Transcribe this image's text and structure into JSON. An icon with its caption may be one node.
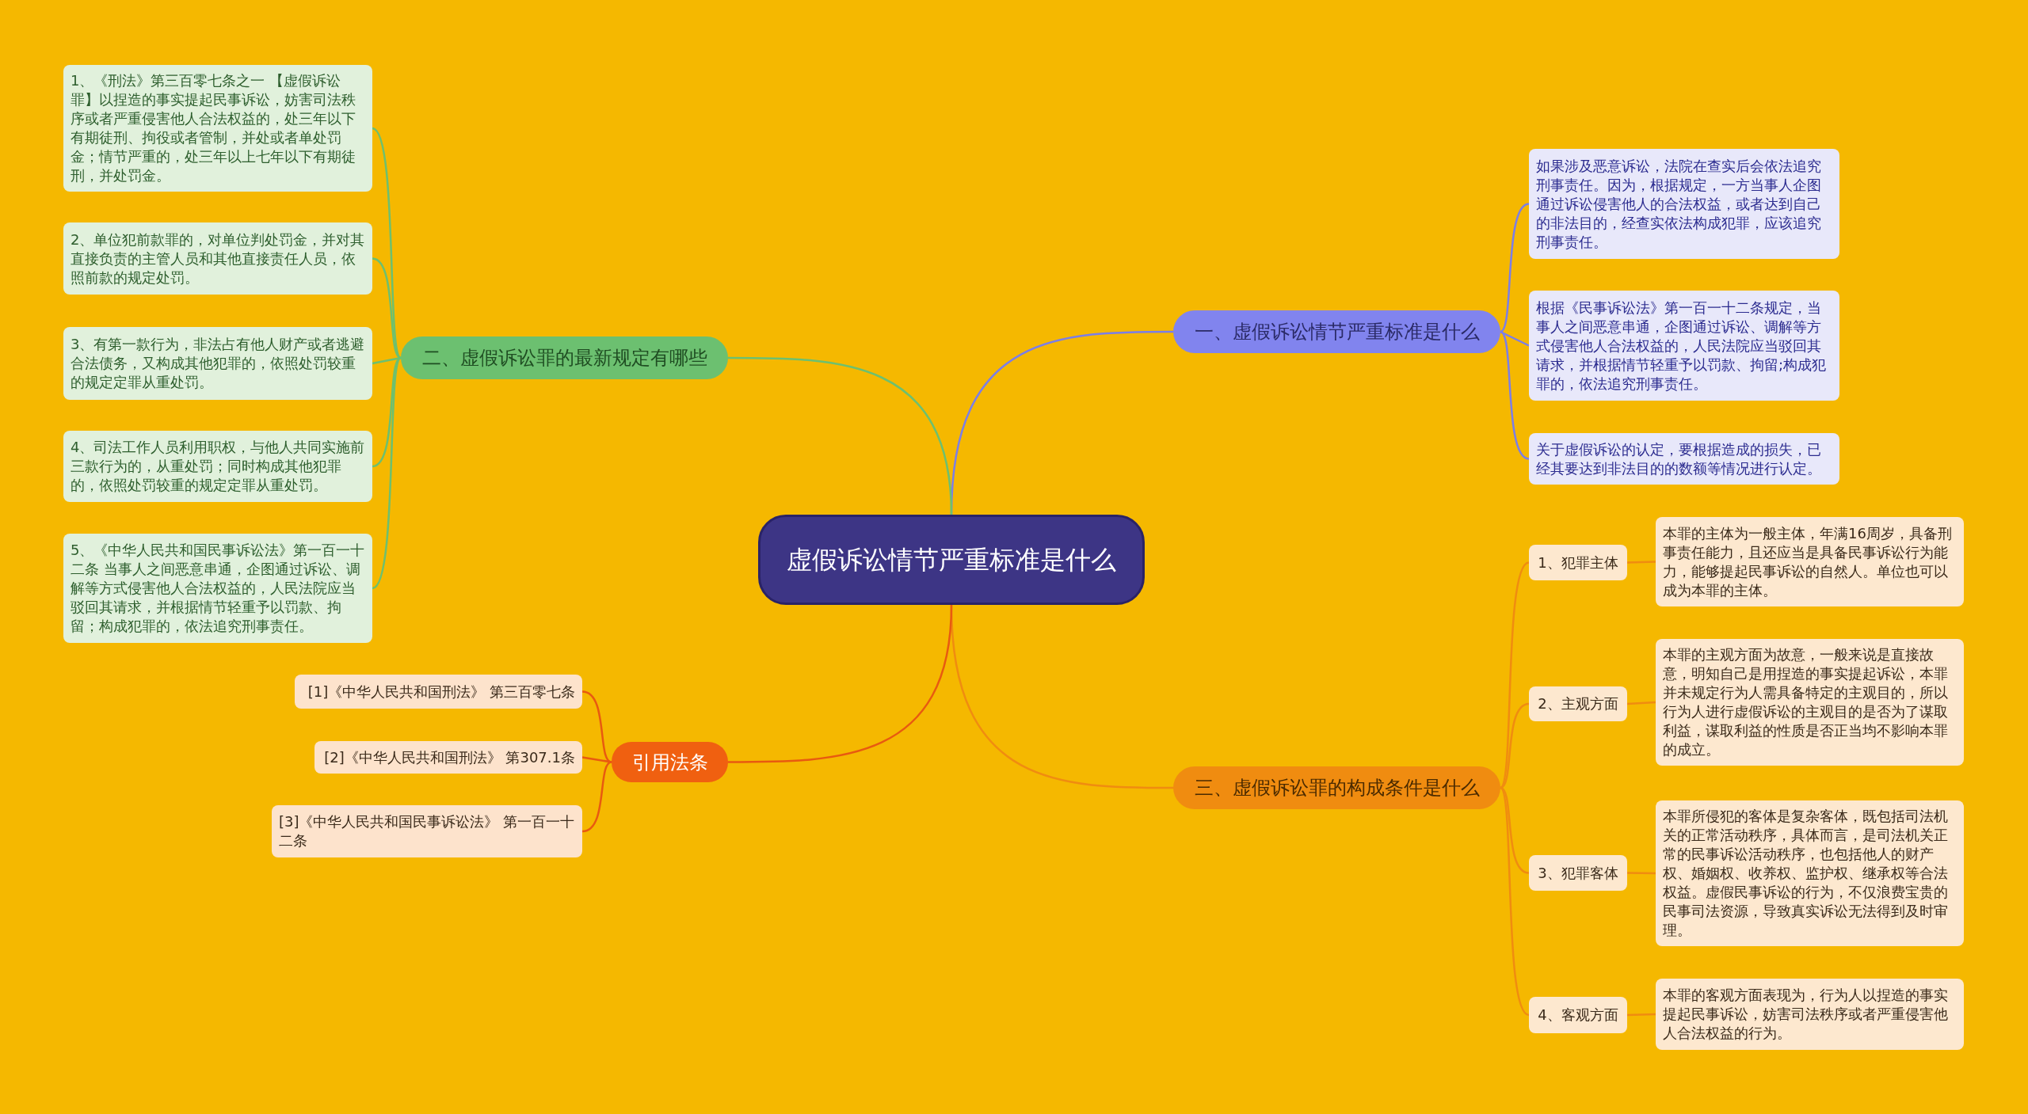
{
  "diagram": {
    "nodes": [
      {
        "text": [
          "虚假诉讼情节严重标准是什么"
        ]
      },
      {
        "text": [
          "一、虚假诉讼情节严重标准是什么"
        ]
      },
      {
        "text": [
          "如果涉及恶意诉讼，法院在查实后会依法追究刑事责任。因为，根据规定，一方当事人企图通过诉讼侵害他人的合法权益，或者达到自己的非法目的，经查实依法构成犯罪，应该追究刑事责任。"
        ]
      },
      {
        "text": [
          "根据《民事诉讼法》第一百一十二条规定，当事人之间恶意串通，企图通过诉讼、调解等方式侵害他人合法权益的，人民法院应当驳回其请求，并根据情节轻重予以罚款、拘留;构成犯罪的，依法追究刑事责任。"
        ]
      },
      {
        "text": [
          "关于虚假诉讼的认定，要根据造成的损失，已经其要达到非法目的的数额等情况进行认定。"
        ]
      },
      {
        "text": [
          "二、虚假诉讼罪的最新规定有哪些"
        ]
      },
      {
        "text": [
          "1、《刑法》第三百零七条之一 【虚假诉讼罪】以捏造的事实提起民事诉讼，妨害司法秩序或者严重侵害他人合法权益的，处三年以下有期徒刑、拘役或者管制，并处或者单处罚金；情节严重的，处三年以上七年以下有期徒刑，并处罚金。"
        ]
      },
      {
        "text": [
          "2、单位犯前款罪的，对单位判处罚金，并对其直接负责的主管人员和其他直接责任人员，依照前款的规定处罚。"
        ]
      },
      {
        "text": [
          "3、有第一款行为，非法占有他人财产或者逃避合法债务，又构成其他犯罪的，依照处罚较重的规定定罪从重处罚。"
        ]
      },
      {
        "text": [
          "4、司法工作人员利用职权，与他人共同实施前三款行为的，从重处罚；同时构成其他犯罪的，依照处罚较重的规定定罪从重处罚。"
        ]
      },
      {
        "text": [
          "5、《中华人民共和国民事诉讼法》第一百一十二条 当事人之间恶意串通，企图通过诉讼、调解等方式侵害他人合法权益的，人民法院应当驳回其请求，并根据情节轻重予以罚款、拘留；构成犯罪的，依法追究刑事责任。"
        ]
      },
      {
        "text": [
          "三、虚假诉讼罪的构成条件是什么"
        ]
      },
      {
        "text": [
          "1、犯罪主体"
        ]
      },
      {
        "text": [
          "本罪的主体为一般主体，年满16周岁，具备刑事责任能力，且还应当是具备民事诉讼行为能力，能够提起民事诉讼的自然人。单位也可以成为本罪的主体。"
        ]
      },
      {
        "text": [
          "2、主观方面"
        ]
      },
      {
        "text": [
          "本罪的主观方面为故意，一般来说是直接故意，明知自己是用捏造的事实提起诉讼，本罪并未规定行为人需具备特定的主观目的，所以行为人进行虚假诉讼的主观目的是否为了谋取利益，谋取利益的性质是否正当均不影响本罪的成立。"
        ]
      },
      {
        "text": [
          "3、犯罪客体"
        ]
      },
      {
        "text": [
          "本罪所侵犯的客体是复杂客体，既包括司法机关的正常活动秩序，具体而言，是司法机关正常的民事诉讼活动秩序，也包括他人的财产权、婚姻权、收养权、监护权、继承权等合法权益。虚假民事诉讼的行为，不仅浪费宝贵的民事司法资源，导致真实诉讼无法得到及时审理。"
        ]
      },
      {
        "text": [
          "4、客观方面"
        ]
      },
      {
        "text": [
          "本罪的客观方面表现为，行为人以捏造的事实提起民事诉讼，妨害司法秩序或者严重侵害他人合法权益的行为。"
        ]
      },
      {
        "text": [
          "引用法条"
        ]
      },
      {
        "text": [
          "[1]《中华人民共和国刑法》 第三百零七条"
        ]
      },
      {
        "text": [
          "[2]《中华人民共和国刑法》 第307.1条"
        ]
      },
      {
        "text": [
          "[3]《中华人民共和国民事诉讼法》 第一百一十二条"
        ]
      }
    ],
    "edges": [
      {
        "from": 0,
        "to": 1,
        "arrow": "none",
        "color": "#7b7ee8"
      },
      {
        "from": 1,
        "to": 2,
        "arrow": "none",
        "color": "#7b7ee8"
      },
      {
        "from": 1,
        "to": 3,
        "arrow": "none",
        "color": "#7b7ee8"
      },
      {
        "from": 1,
        "to": 4,
        "arrow": "none",
        "color": "#7b7ee8"
      },
      {
        "from": 0,
        "to": 5,
        "arrow": "none",
        "color": "#6cc070"
      },
      {
        "from": 5,
        "to": 6,
        "arrow": "none",
        "color": "#6cc070"
      },
      {
        "from": 5,
        "to": 7,
        "arrow": "none",
        "color": "#6cc070"
      },
      {
        "from": 5,
        "to": 8,
        "arrow": "none",
        "color": "#6cc070"
      },
      {
        "from": 5,
        "to": 9,
        "arrow": "none",
        "color": "#6cc070"
      },
      {
        "from": 5,
        "to": 10,
        "arrow": "none",
        "color": "#6cc070"
      },
      {
        "from": 0,
        "to": 11,
        "arrow": "none",
        "color": "#f08c10"
      },
      {
        "from": 11,
        "to": 12,
        "arrow": "none",
        "color": "#f08c10"
      },
      {
        "from": 12,
        "to": 13,
        "arrow": "none",
        "color": "#f08c10"
      },
      {
        "from": 11,
        "to": 14,
        "arrow": "none",
        "color": "#f08c10"
      },
      {
        "from": 14,
        "to": 15,
        "arrow": "none",
        "color": "#f08c10"
      },
      {
        "from": 11,
        "to": 16,
        "arrow": "none",
        "color": "#f08c10"
      },
      {
        "from": 16,
        "to": 17,
        "arrow": "none",
        "color": "#f08c10"
      },
      {
        "from": 11,
        "to": 18,
        "arrow": "none",
        "color": "#f08c10"
      },
      {
        "from": 18,
        "to": 19,
        "arrow": "none",
        "color": "#f08c10"
      },
      {
        "from": 0,
        "to": 20,
        "arrow": "none",
        "color": "#e85a10"
      },
      {
        "from": 20,
        "to": 21,
        "arrow": "none",
        "color": "#e85a10"
      },
      {
        "from": 20,
        "to": 22,
        "arrow": "none",
        "color": "#e85a10"
      },
      {
        "from": 20,
        "to": 23,
        "arrow": "none",
        "color": "#e85a10"
      }
    ]
  }
}
